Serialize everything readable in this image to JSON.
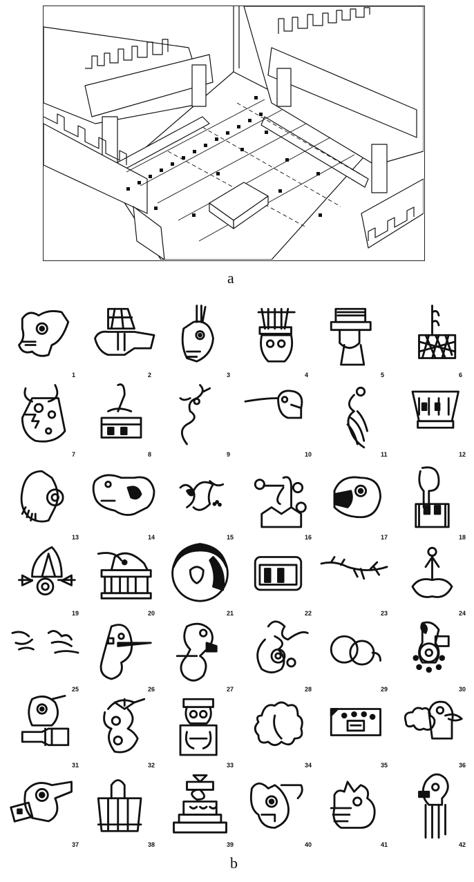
{
  "panels": {
    "a": {
      "label": "a"
    },
    "b": {
      "label": "b"
    }
  },
  "glyphs": [
    {
      "number": "1",
      "icon": "serpent-head-glyph-icon"
    },
    {
      "number": "2",
      "icon": "hand-glyph-icon"
    },
    {
      "number": "3",
      "icon": "skull-plume-glyph-icon"
    },
    {
      "number": "4",
      "icon": "feather-headdress-face-glyph-icon"
    },
    {
      "number": "5",
      "icon": "masked-face-glyph-icon"
    },
    {
      "number": "6",
      "icon": "net-bag-glyph-icon"
    },
    {
      "number": "7",
      "icon": "horned-monster-glyph-icon"
    },
    {
      "number": "8",
      "icon": "vessel-with-feather-glyph-icon"
    },
    {
      "number": "9",
      "icon": "serpent-bird-glyph-icon"
    },
    {
      "number": "10",
      "icon": "hummingbird-glyph-icon"
    },
    {
      "number": "11",
      "icon": "bird-tail-glyph-icon"
    },
    {
      "number": "12",
      "icon": "bowl-glyph-icon"
    },
    {
      "number": "13",
      "icon": "bearded-face-glyph-icon"
    },
    {
      "number": "14",
      "icon": "dog-glyph-icon"
    },
    {
      "number": "15",
      "icon": "splash-glyph-icon"
    },
    {
      "number": "16",
      "icon": "crown-circles-glyph-icon"
    },
    {
      "number": "17",
      "icon": "animal-head-glyph-icon"
    },
    {
      "number": "18",
      "icon": "hook-basket-glyph-icon"
    },
    {
      "number": "19",
      "icon": "leaf-eye-glyph-icon"
    },
    {
      "number": "20",
      "icon": "bird-on-platform-glyph-icon"
    },
    {
      "number": "21",
      "icon": "moon-skull-glyph-icon"
    },
    {
      "number": "22",
      "icon": "block-glyph-icon"
    },
    {
      "number": "23",
      "icon": "branch-line-glyph-icon"
    },
    {
      "number": "24",
      "icon": "anchor-leaf-glyph-icon"
    },
    {
      "number": "25",
      "icon": "scribble-lines-glyph-icon"
    },
    {
      "number": "26",
      "icon": "pierced-head-glyph-icon"
    },
    {
      "number": "27",
      "icon": "profile-head-glyph-icon"
    },
    {
      "number": "28",
      "icon": "curl-eye-glyph-icon"
    },
    {
      "number": "29",
      "icon": "double-ring-glyph-icon"
    },
    {
      "number": "30",
      "icon": "crested-head-beads-glyph-icon"
    },
    {
      "number": "31",
      "icon": "head-over-hand-glyph-icon"
    },
    {
      "number": "32",
      "icon": "feathered-head-glyph-icon"
    },
    {
      "number": "33",
      "icon": "seated-figure-glyph-icon"
    },
    {
      "number": "34",
      "icon": "scalloped-shape-glyph-icon"
    },
    {
      "number": "35",
      "icon": "decorated-panel-glyph-icon"
    },
    {
      "number": "36",
      "icon": "bird-cloud-glyph-icon"
    },
    {
      "number": "37",
      "icon": "headdress-eye-glyph-icon"
    },
    {
      "number": "38",
      "icon": "arch-stand-glyph-icon"
    },
    {
      "number": "39",
      "icon": "stacked-pedestal-glyph-icon"
    },
    {
      "number": "40",
      "icon": "horned-face-glyph-icon"
    },
    {
      "number": "41",
      "icon": "hand-head-glyph-icon"
    },
    {
      "number": "42",
      "icon": "long-legged-figure-glyph-icon"
    }
  ]
}
